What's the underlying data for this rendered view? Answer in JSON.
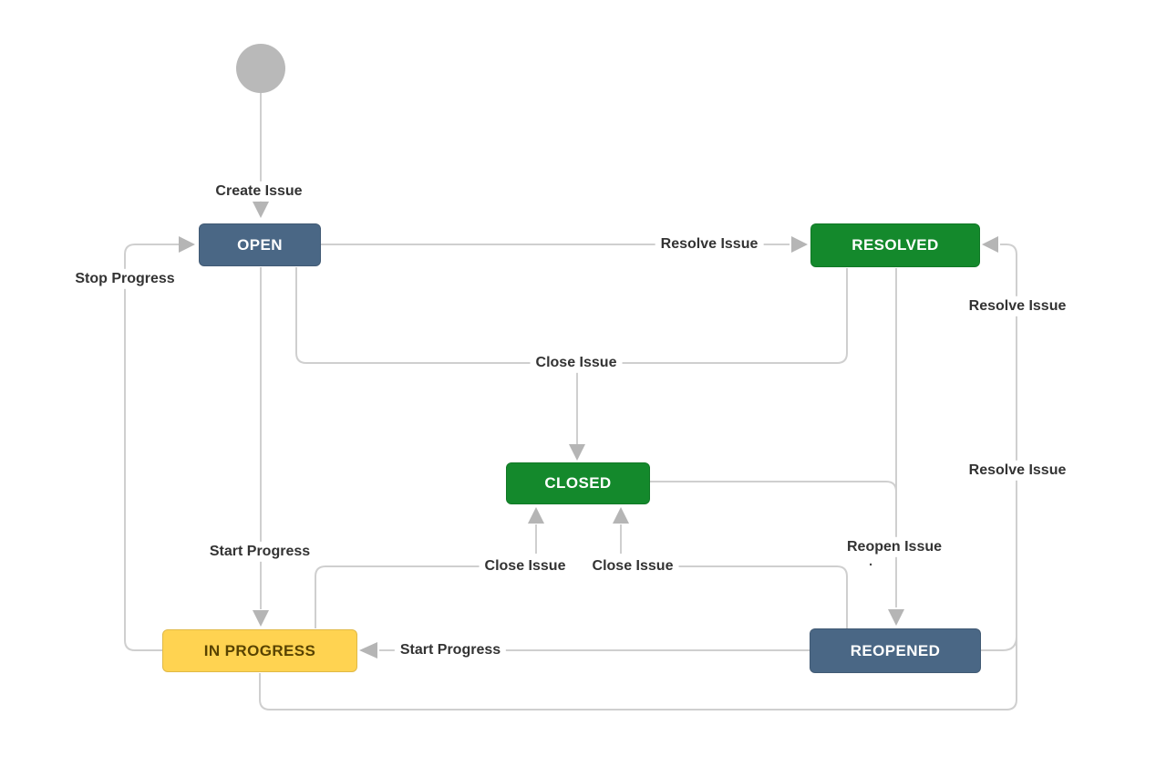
{
  "canvas": {
    "background": "#ffffff",
    "line_color": "#cfcfcf",
    "arrow_color": "#b5b5b5",
    "label_text_color": "#333333"
  },
  "nodes": {
    "start": {
      "type": "initial-node",
      "color": "#b9b9b9"
    },
    "open": {
      "label": "OPEN",
      "bg": "#4a6785",
      "fg": "#ffffff"
    },
    "resolved": {
      "label": "RESOLVED",
      "bg": "#14892c",
      "fg": "#ffffff"
    },
    "closed": {
      "label": "CLOSED",
      "bg": "#14892c",
      "fg": "#ffffff"
    },
    "in_progress": {
      "label": "IN PROGRESS",
      "bg": "#ffd351",
      "fg": "#594300"
    },
    "reopened": {
      "label": "REOPENED",
      "bg": "#4a6785",
      "fg": "#ffffff"
    }
  },
  "transitions": {
    "create_issue": {
      "label": "Create Issue",
      "from": "start",
      "to": "open"
    },
    "resolve_issue_top": {
      "label": "Resolve Issue",
      "from": "open",
      "to": "resolved"
    },
    "stop_progress": {
      "label": "Stop Progress",
      "from": "in_progress",
      "to": "open"
    },
    "start_progress_left": {
      "label": "Start Progress",
      "from": "open",
      "to": "in_progress"
    },
    "close_issue_top": {
      "label": "Close Issue",
      "from": "open / resolved",
      "to": "closed"
    },
    "close_issue_left": {
      "label": "Close Issue",
      "from": "in_progress",
      "to": "closed"
    },
    "close_issue_right": {
      "label": "Close Issue",
      "from": "reopened",
      "to": "closed"
    },
    "reopen_issue": {
      "label": "Reopen Issue",
      "from": "resolved / closed",
      "to": "reopened"
    },
    "resolve_issue_upper": {
      "label": "Resolve Issue",
      "from": "reopened",
      "to": "resolved"
    },
    "resolve_issue_lower": {
      "label": "Resolve Issue",
      "from": "in_progress",
      "to": "resolved"
    },
    "start_progress_bottom": {
      "label": "Start Progress",
      "from": "reopened",
      "to": "in_progress"
    }
  },
  "artifacts": {
    "stray_mark": "."
  }
}
